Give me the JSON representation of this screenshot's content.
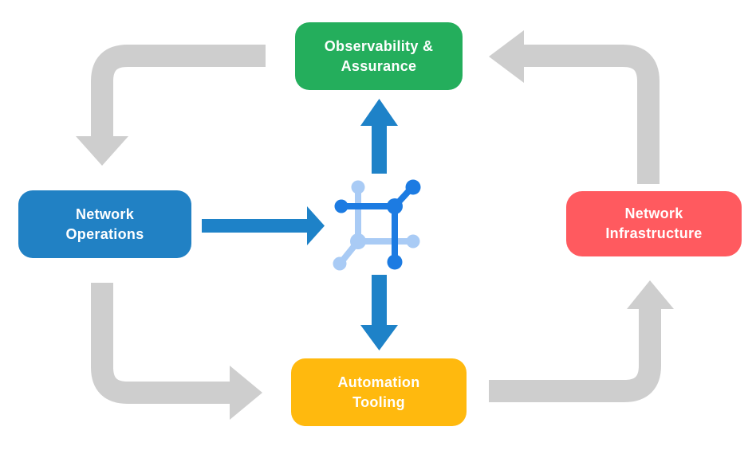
{
  "diagram": {
    "nodes": {
      "observability": {
        "label_line1": "Observability &",
        "label_line2": "Assurance",
        "color": "#24AE5C"
      },
      "operations": {
        "label_line1": "Network",
        "label_line2": "Operations",
        "color": "#2181C4"
      },
      "infrastructure": {
        "label_line1": "Network",
        "label_line2": "Infrastructure",
        "color": "#FF5A5F"
      },
      "automation": {
        "label_line1": "Automation",
        "label_line2": "Tooling",
        "color": "#FFB90E"
      }
    },
    "icons": {
      "center": "network-mesh-icon"
    },
    "colors": {
      "flow_arrow": "#1E82C8",
      "cycle_arrow": "#CECECE",
      "icon_dark_blue": "#1C7BE2",
      "icon_light_blue": "#A9CBF5",
      "node_text": "#FFFFFF",
      "background": "#FFFFFF"
    }
  }
}
